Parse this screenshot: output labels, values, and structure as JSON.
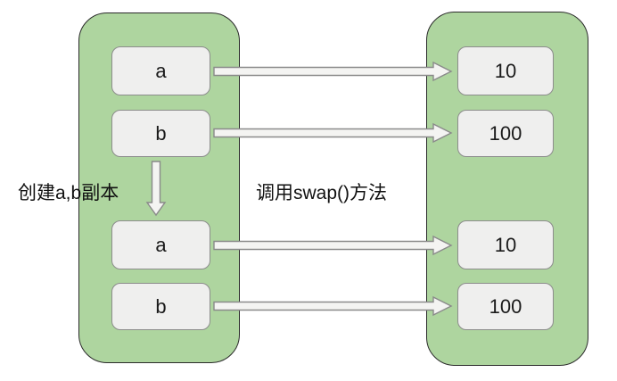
{
  "diagram": {
    "description": "Java pass-by-value swap() illustration: variables a,b map to values 10,100 before and after calling swap(); copies of a,b are created, so the mapping is unchanged",
    "annotations": {
      "create_copies": "创建a,b副本",
      "call_swap": "调用swap()方法"
    },
    "variables": {
      "before": [
        "a",
        "b"
      ],
      "after": [
        "a",
        "b"
      ]
    },
    "values": {
      "before": [
        "10",
        "100"
      ],
      "after": [
        "10",
        "100"
      ]
    },
    "colors": {
      "background": "#ffffff",
      "panel_fill": "#aed59f",
      "panel_border": "#2b2b2b",
      "box_fill": "#efefee",
      "box_border": "#8c8c8c",
      "arrow_fill": "#f4f4f2",
      "arrow_stroke": "#8a8a8a",
      "text": "#111111"
    }
  }
}
